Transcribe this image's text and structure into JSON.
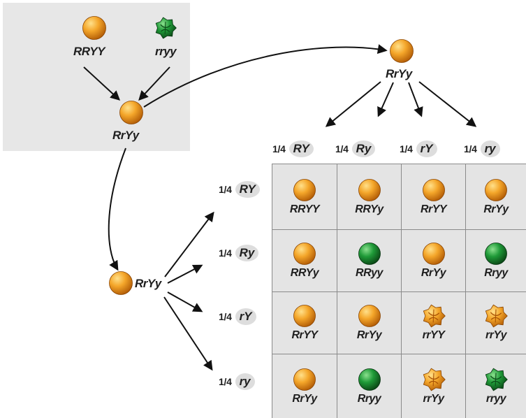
{
  "colors": {
    "yellow_seed": "#f0a020",
    "green_seed": "#1f9a38",
    "panel_bg": "#e7e7e7",
    "grid_bg": "#e4e4e4",
    "arrow": "#111111"
  },
  "parents": {
    "p1": {
      "genotype": "RRYY",
      "seed": "round-yellow"
    },
    "p2": {
      "genotype": "rryy",
      "seed": "wrinkled-green"
    },
    "f1": {
      "genotype": "RrYy",
      "seed": "round-yellow"
    }
  },
  "self_cross": {
    "genotype": "RrYy",
    "seed": "round-yellow"
  },
  "side_parent": {
    "genotype": "RrYy",
    "seed": "round-yellow"
  },
  "top_gametes": [
    {
      "fraction": "1/4",
      "allele": "RY"
    },
    {
      "fraction": "1/4",
      "allele": "Ry"
    },
    {
      "fraction": "1/4",
      "allele": "rY"
    },
    {
      "fraction": "1/4",
      "allele": "ry"
    }
  ],
  "side_gametes": [
    {
      "fraction": "1/4",
      "allele": "RY"
    },
    {
      "fraction": "1/4",
      "allele": "Ry"
    },
    {
      "fraction": "1/4",
      "allele": "rY"
    },
    {
      "fraction": "1/4",
      "allele": "ry"
    }
  ],
  "punnett": [
    [
      {
        "genotype": "RRYY",
        "seed": "round-yellow"
      },
      {
        "genotype": "RRYy",
        "seed": "round-yellow"
      },
      {
        "genotype": "RrYY",
        "seed": "round-yellow"
      },
      {
        "genotype": "RrYy",
        "seed": "round-yellow"
      }
    ],
    [
      {
        "genotype": "RRYy",
        "seed": "round-yellow"
      },
      {
        "genotype": "RRyy",
        "seed": "round-green"
      },
      {
        "genotype": "RrYy",
        "seed": "round-yellow"
      },
      {
        "genotype": "Rryy",
        "seed": "round-green"
      }
    ],
    [
      {
        "genotype": "RrYY",
        "seed": "round-yellow"
      },
      {
        "genotype": "RrYy",
        "seed": "round-yellow"
      },
      {
        "genotype": "rrYY",
        "seed": "wrinkled-yellow"
      },
      {
        "genotype": "rrYy",
        "seed": "wrinkled-yellow"
      }
    ],
    [
      {
        "genotype": "RrYy",
        "seed": "round-yellow"
      },
      {
        "genotype": "Rryy",
        "seed": "round-green"
      },
      {
        "genotype": "rrYy",
        "seed": "wrinkled-yellow"
      },
      {
        "genotype": "rryy",
        "seed": "wrinkled-green"
      }
    ]
  ]
}
